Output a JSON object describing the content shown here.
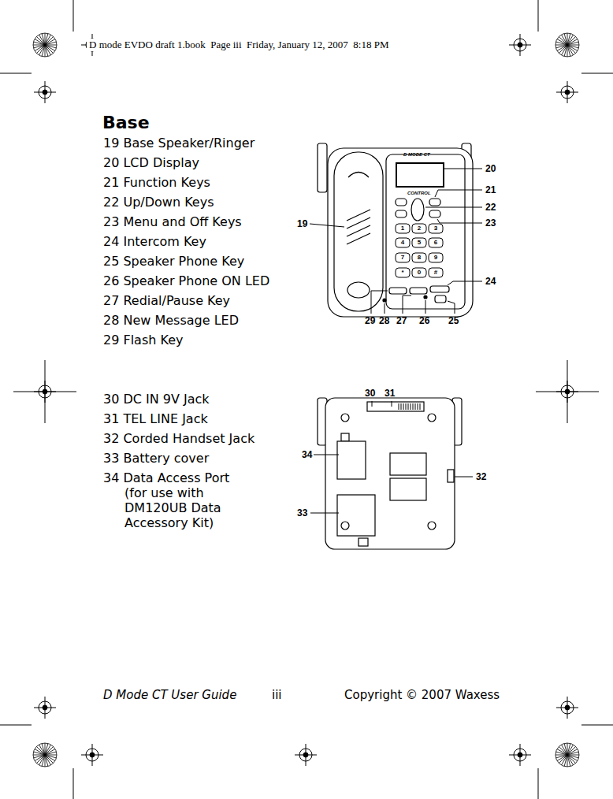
{
  "diagram": {
    "title": "Base",
    "labels": [
      "D mode EVDO draft 1.book  Page iii  Friday, January 12, 2007  8:18 PM",
      "19 Base Speaker/Ringer",
      "20 LCD Display",
      "21 Function Keys",
      "22 Up/Down Keys",
      "23 Menu and Off Keys",
      "24 Intercom Key",
      "25 Speaker Phone Key",
      "26 Speaker Phone ON LED",
      "27 Redial/Pause Key",
      "28 New Message LED",
      "29 Flash Key",
      "30 DC IN 9V Jack",
      "31 TEL LINE Jack",
      "32 Corded Handset Jack",
      "33 Battery cover",
      "34 Data Access Port (for use with DM120UB Data Accessory Kit)",
      "D MODE CT",
      "CONTROL",
      "1",
      "2",
      "3",
      "4",
      "5",
      "6",
      "7",
      "8",
      "9",
      "*",
      "0",
      "#",
      "20",
      "21",
      "22",
      "23",
      "19",
      "24",
      "29",
      "28",
      "27",
      "26",
      "25",
      "30",
      "31",
      "34",
      "32",
      "33",
      "D Mode CT User Guide",
      "iii",
      "Copyright © 2007 Waxess"
    ]
  }
}
